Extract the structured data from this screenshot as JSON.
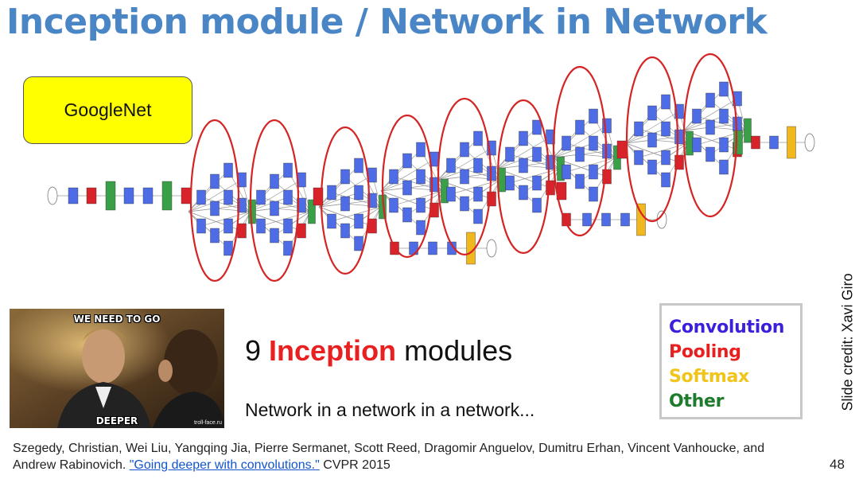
{
  "slide": {
    "title": "Inception module / Network in Network",
    "callout_label": "GoogleNet",
    "headline": {
      "count": "9",
      "highlight": "Inception",
      "rest": "modules"
    },
    "subline": "Network in a network in a network...",
    "page_number": "48",
    "credit": "Slide credit: Xavi Giro"
  },
  "meme": {
    "top_text": "WE NEED TO GO",
    "bottom_text": "DEEPER",
    "watermark": "troll-face.ru"
  },
  "legend": {
    "items": [
      {
        "label": "Convolution",
        "color": "#3a1fdc"
      },
      {
        "label": "Pooling",
        "color": "#e8201f"
      },
      {
        "label": "Softmax",
        "color": "#f0c419"
      },
      {
        "label": "Other",
        "color": "#1e7b2c"
      }
    ]
  },
  "diagram": {
    "colors": {
      "convolution": "#4e6ce6",
      "pooling": "#d8232a",
      "softmax": "#f0b81c",
      "other": "#3aa048",
      "highlight_ellipse": "#d42424"
    },
    "inception_modules": 9
  },
  "citation": {
    "authors": "Szegedy, Christian, Wei Liu, Yangqing Jia, Pierre Sermanet, Scott Reed, Dragomir Anguelov, Dumitru Erhan, Vincent Vanhoucke, and Andrew Rabinovich.",
    "paper_title": "\"Going deeper with convolutions.\"",
    "venue": "CVPR 2015"
  }
}
